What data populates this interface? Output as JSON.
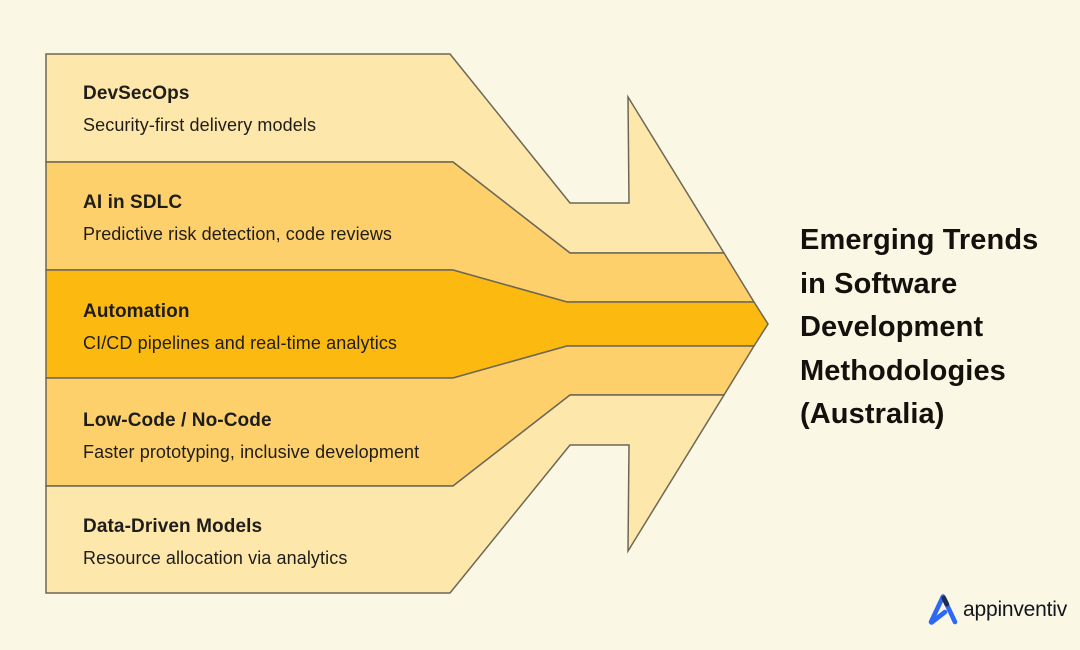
{
  "diagram": {
    "bands": [
      {
        "title": "DevSecOps",
        "subtitle": "Security-first delivery models",
        "color": "#fde7ab"
      },
      {
        "title": "AI in SDLC",
        "subtitle": "Predictive risk detection, code reviews",
        "color": "#fdd06b"
      },
      {
        "title": "Automation",
        "subtitle": "CI/CD pipelines and real-time analytics",
        "color": "#fcba11"
      },
      {
        "title": "Low-Code / No-Code",
        "subtitle": "Faster prototyping, inclusive development",
        "color": "#fdd06b"
      },
      {
        "title": "Data-Driven Models",
        "subtitle": "Resource allocation via analytics",
        "color": "#fde7ab"
      }
    ],
    "outline_color": "#6d6756",
    "background_color": "#fbf7e5",
    "text_color": "#1e1d1a"
  },
  "heading": {
    "text": "Emerging Trends in Software Development Methodologies (Australia)",
    "lines": [
      "Emerging Trends",
      "in Software",
      "Development",
      "Methodologies",
      "(Australia)"
    ],
    "color": "#13110c"
  },
  "logo": {
    "text": "appinventiv",
    "accent_color": "#2e68f3",
    "accent_dark_color": "#1f2d54"
  }
}
